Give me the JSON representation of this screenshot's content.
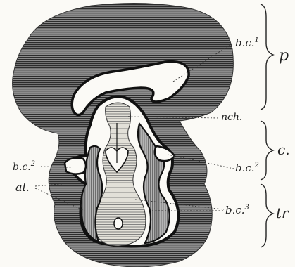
{
  "figure": {
    "labels": {
      "bc1": "b.c.",
      "bc1_sup": "1",
      "nch": "nch.",
      "bc2": "b.c.",
      "bc2_sup": "2",
      "bc2_left": "b.c.",
      "bc2_left_sup": "2",
      "al": "al.",
      "bc3": "b.c.",
      "bc3_sup": "3"
    },
    "regions": {
      "p": "p",
      "c": "c.",
      "tr": "tr"
    },
    "colors": {
      "ink": "#222222",
      "hatch_dark": "#3a3a3a",
      "hatch_mid": "#6b6b6b",
      "paper": "#fbfaf6"
    }
  }
}
